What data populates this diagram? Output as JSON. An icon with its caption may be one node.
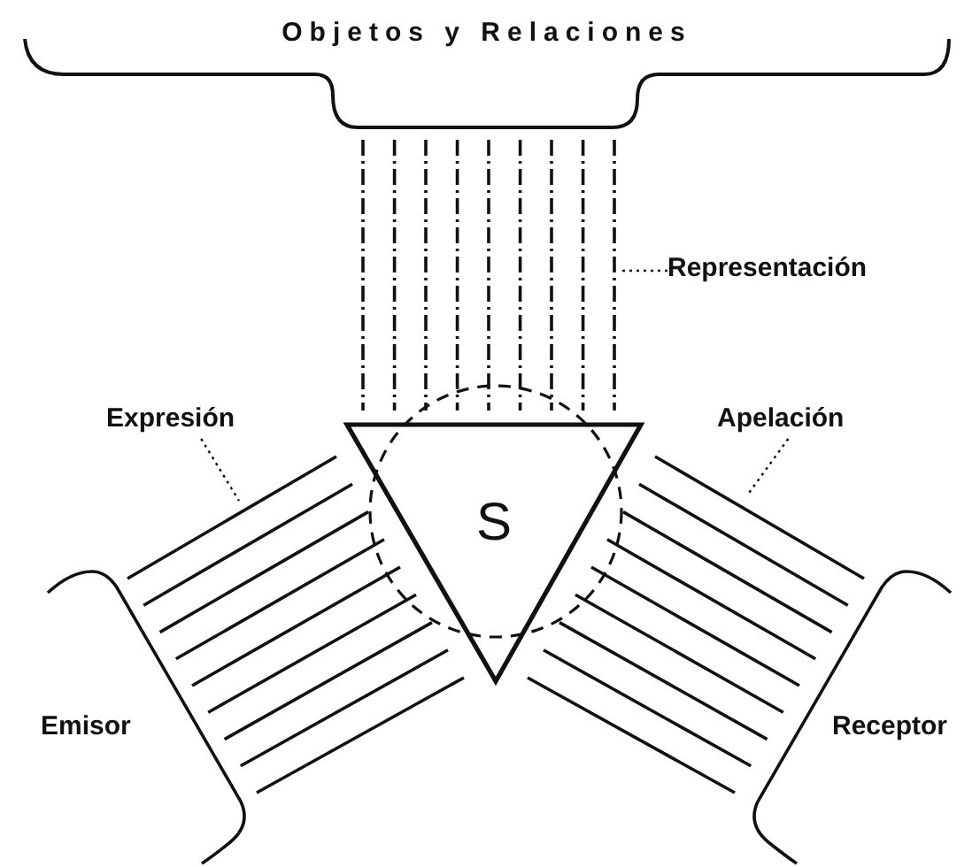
{
  "diagram": {
    "nodes": [
      {
        "text": [
          "Objetos y Relaciones"
        ]
      },
      {
        "text": [
          "S"
        ]
      },
      {
        "text": [
          "Emisor"
        ]
      },
      {
        "text": [
          "Receptor"
        ]
      },
      {
        "text": [
          "Representación"
        ]
      },
      {
        "text": [
          "Expresión"
        ]
      },
      {
        "text": [
          "Apelación"
        ]
      },
      {
        "text": [],
        "shape": "bar"
      },
      {
        "text": [],
        "shape": "bar"
      },
      {
        "text": [],
        "shape": "bar"
      }
    ],
    "edges": [
      {
        "from": 4,
        "to": 7,
        "arrow": "none",
        "style": "dashed"
      },
      {
        "from": 5,
        "to": 8,
        "arrow": "none",
        "style": "dashed"
      },
      {
        "from": 6,
        "to": 9,
        "arrow": "none",
        "style": "dashed"
      }
    ]
  }
}
